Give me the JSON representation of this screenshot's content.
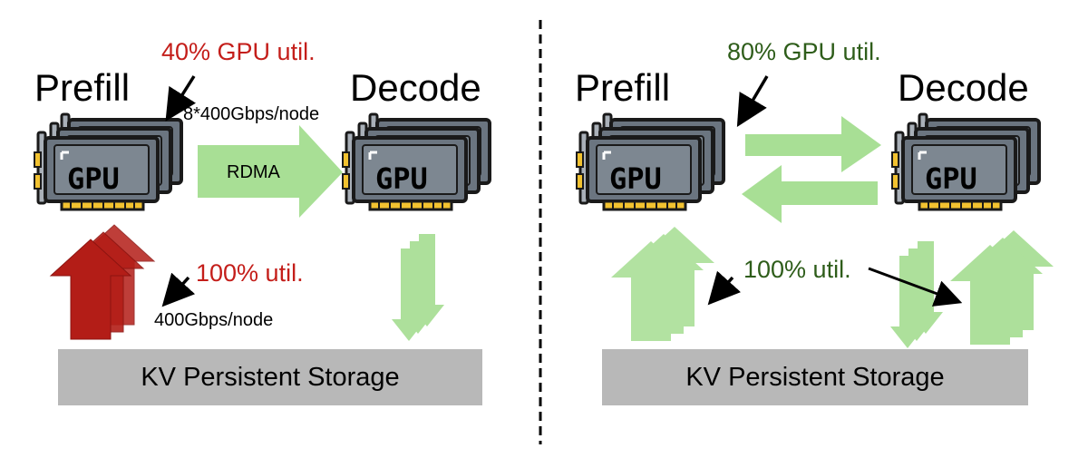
{
  "left": {
    "prefill_title": "Prefill",
    "decode_title": "Decode",
    "prefill_gpu_util": "40% GPU util.",
    "rdma_bandwidth": "8*400Gbps/node",
    "transfer_label": "RDMA",
    "storage_util": "100% util.",
    "storage_bandwidth": "400Gbps/node",
    "storage_label": "KV Persistent Storage"
  },
  "right": {
    "prefill_title": "Prefill",
    "decode_title": "Decode",
    "gpu_util": "80% GPU util.",
    "storage_util": "100% util.",
    "storage_label": "KV Persistent Storage"
  },
  "gpu_label": "GPU",
  "colors": {
    "red_text": "#c41e1a",
    "green_text": "#2e5d1a",
    "red_arrow": "#b31d17",
    "green_arrow": "#9fdb8a",
    "storage": "#b8b8b8",
    "gpu_body": "#6b7580"
  }
}
